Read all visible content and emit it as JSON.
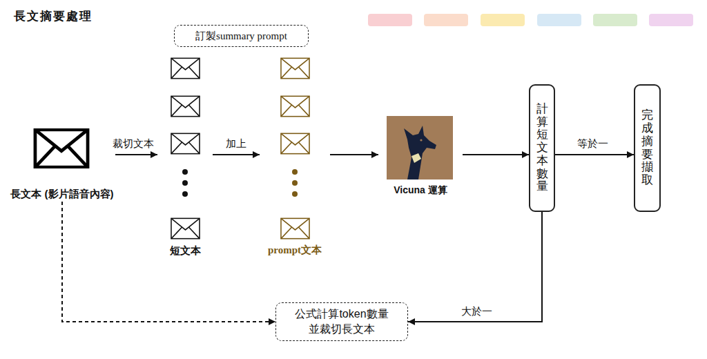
{
  "diagram": {
    "title": "長文摘要處理",
    "nodes": [
      {
        "text": [
          "長文本 (影片語音內容)"
        ]
      },
      {
        "text": [
          "短文本"
        ]
      },
      {
        "text": [
          "訂製summary prompt"
        ]
      },
      {
        "text": [
          "prompt文本"
        ]
      },
      {
        "text": [
          "Vicuna 運算"
        ]
      },
      {
        "text": [
          "計算短文本數量"
        ]
      },
      {
        "text": [
          "完成摘要擷取"
        ]
      },
      {
        "text": [
          "公式計算token數量 並裁切長文本"
        ]
      }
    ],
    "edges": [
      {
        "from": 0,
        "to": 1,
        "label": "裁切文本",
        "arrow": "to"
      },
      {
        "from": 1,
        "to": 3,
        "label": "加上",
        "arrow": "to"
      },
      {
        "from": 3,
        "to": 4,
        "arrow": "to"
      },
      {
        "from": 4,
        "to": 5,
        "arrow": "to"
      },
      {
        "from": 5,
        "to": 6,
        "label": "等於一",
        "arrow": "to"
      },
      {
        "from": 5,
        "to": 7,
        "label": "大於一",
        "arrow": "to"
      },
      {
        "from": 0,
        "to": 7,
        "arrow": "to"
      }
    ]
  }
}
